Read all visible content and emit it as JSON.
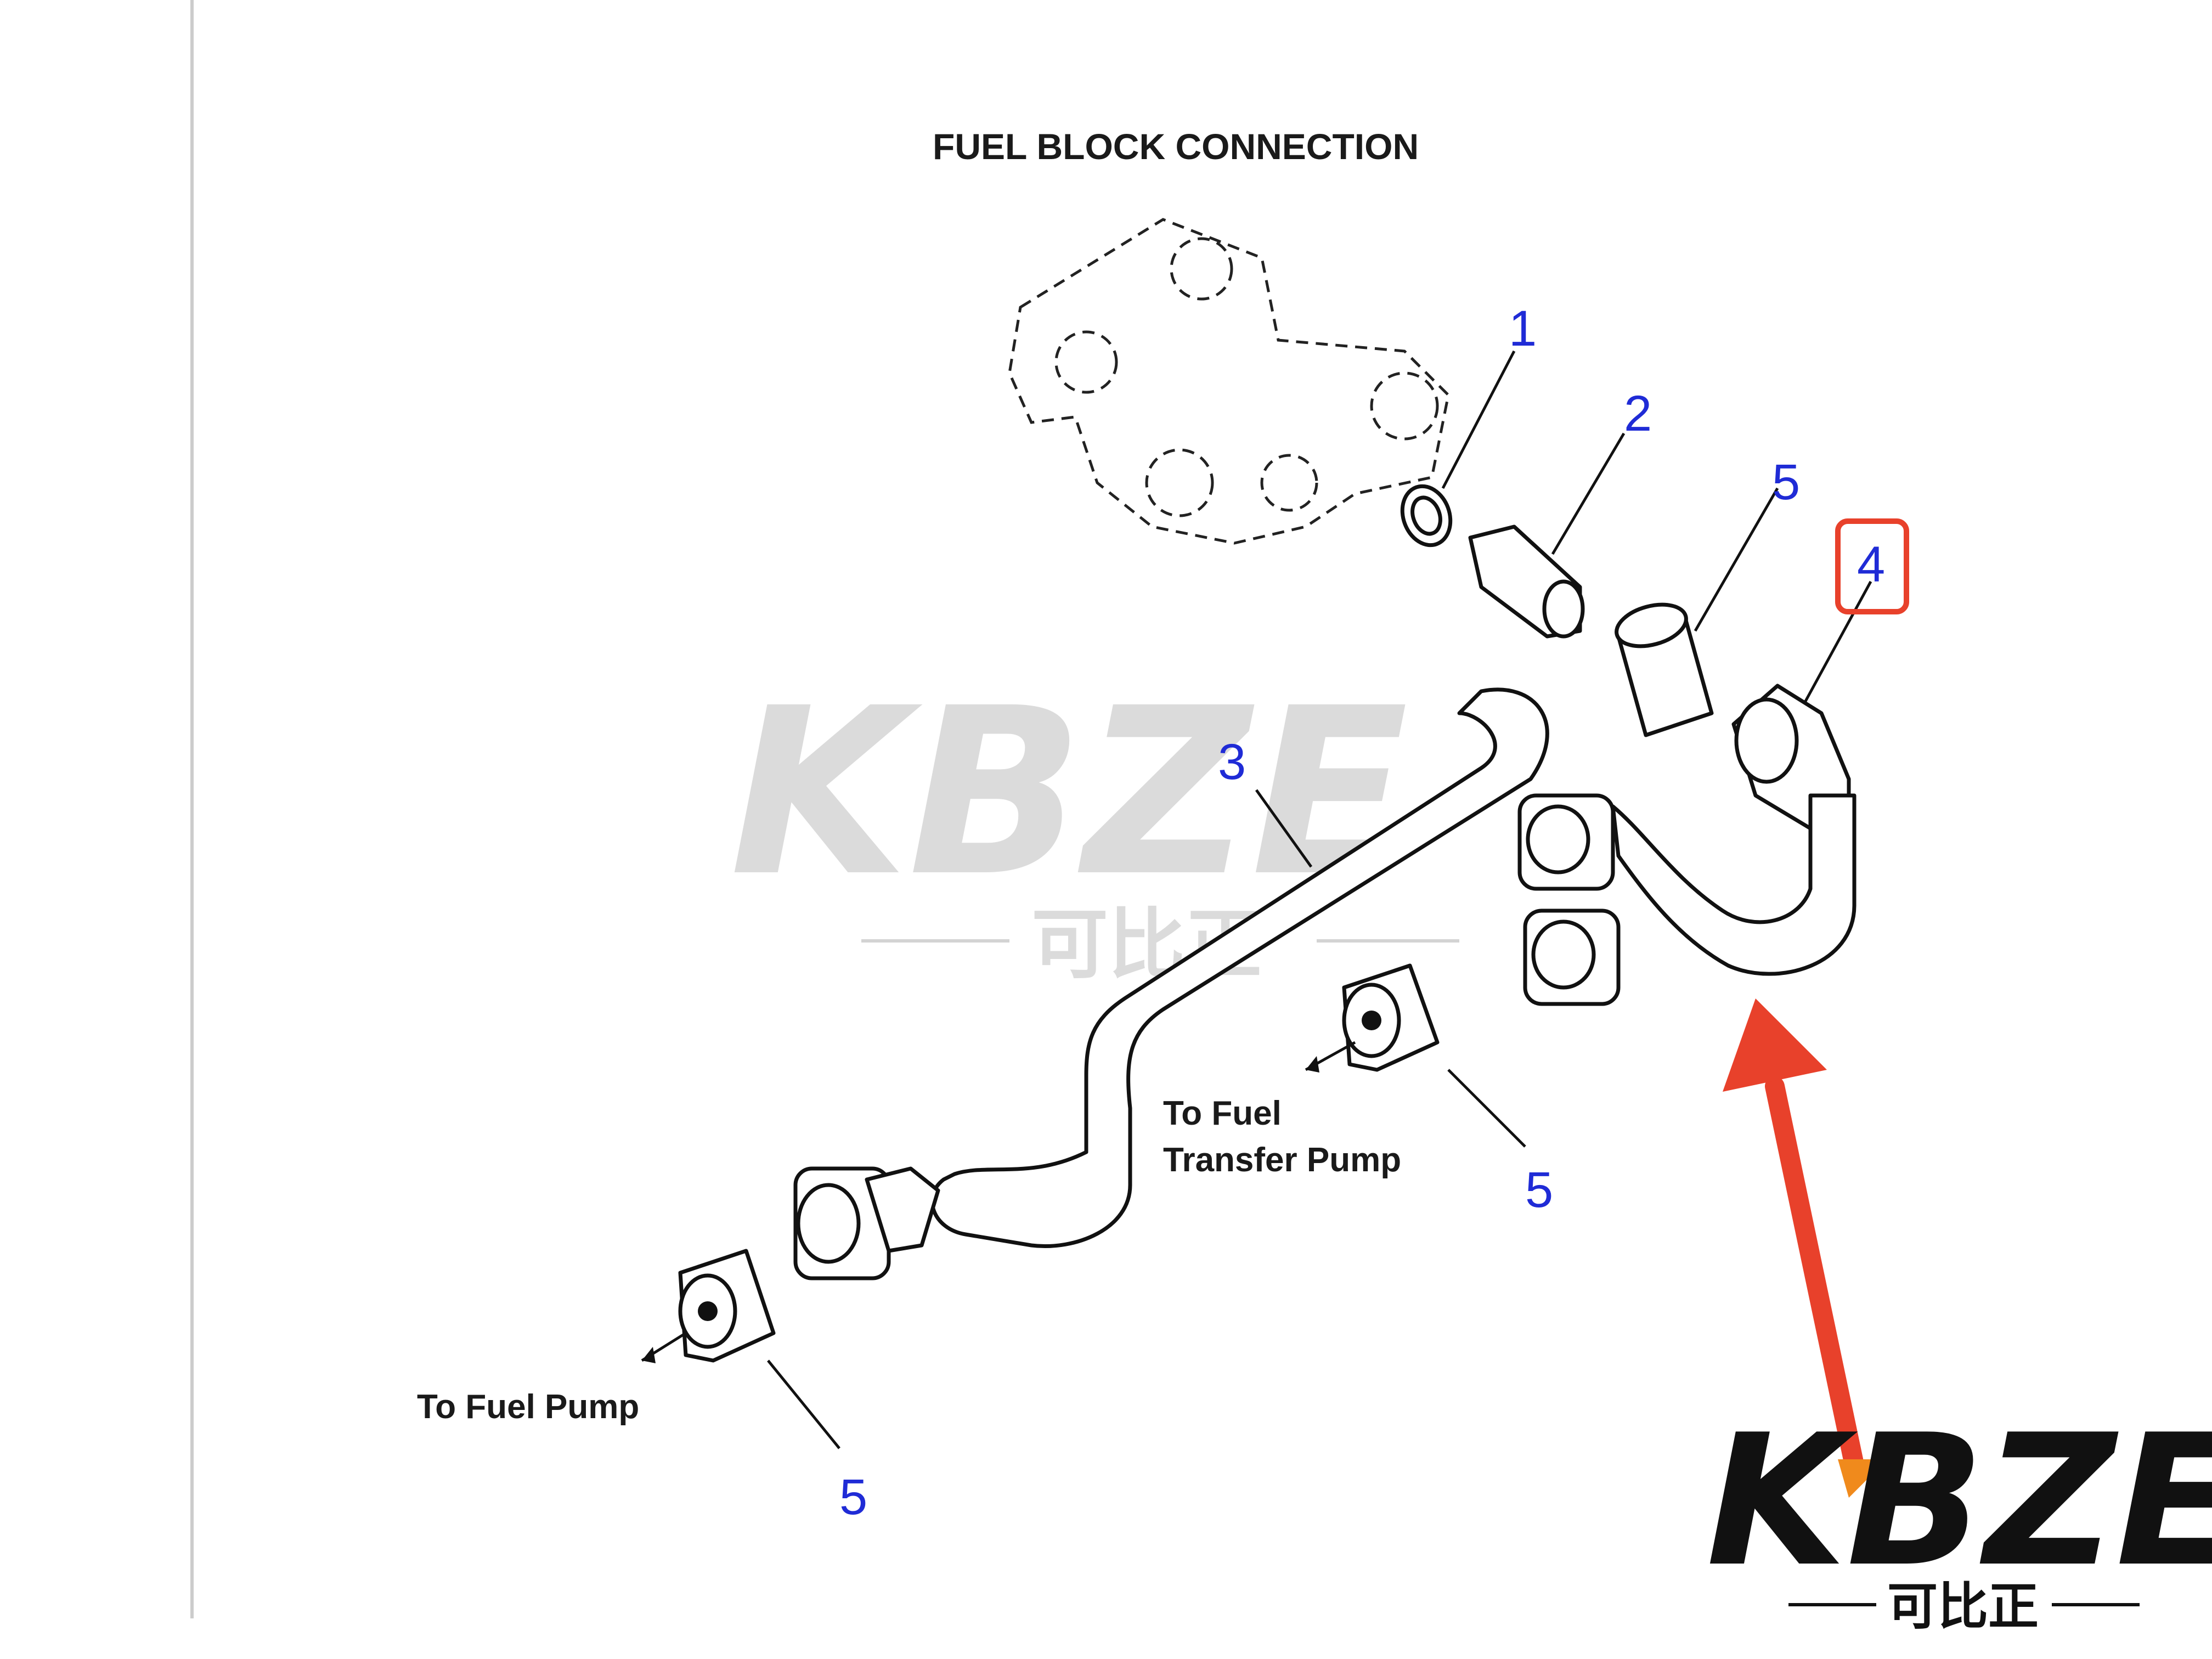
{
  "diagram": {
    "title": "FUEL BLOCK CONNECTION",
    "callouts": [
      "1",
      "2",
      "5",
      "4",
      "3",
      "5",
      "5"
    ],
    "labels": {
      "fuel_transfer_pump_line1": "To Fuel",
      "fuel_transfer_pump_line2": "Transfer Pump",
      "fuel_pump": "To Fuel Pump"
    },
    "highlight_color": "#e8412b",
    "callout_color": "#1f2bd6"
  },
  "watermark": {
    "brand": "KBZE",
    "subtitle": "可比正"
  },
  "logo": {
    "brand": "KBZE",
    "subtitle": "可比正",
    "accent_color": "#f08a1c"
  }
}
